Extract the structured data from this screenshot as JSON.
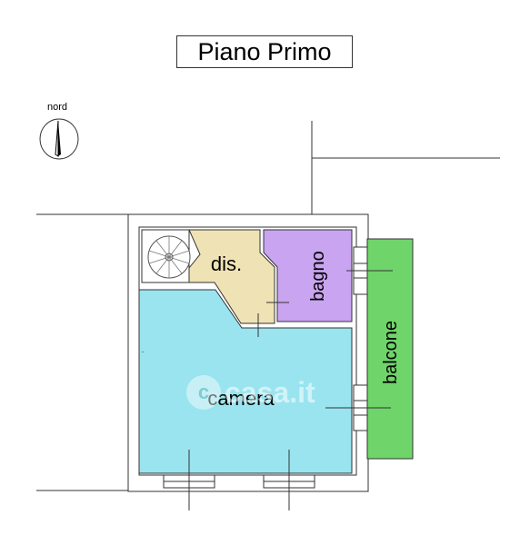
{
  "title": "Piano Primo",
  "north_label": "nord",
  "watermark": {
    "text": "casa.it",
    "icon": "casa-logo-icon"
  },
  "rooms": {
    "camera": {
      "label": "camera",
      "color": "#9ae4ef"
    },
    "dis": {
      "label": "dis.",
      "color": "#efe2b4"
    },
    "bagno": {
      "label": "bagno",
      "color": "#c9a4f0"
    },
    "balcone": {
      "label": "balcone",
      "color": "#6fd46a"
    }
  },
  "icons": {
    "compass": "north-arrow-icon",
    "stair": "spiral-staircase-icon"
  }
}
